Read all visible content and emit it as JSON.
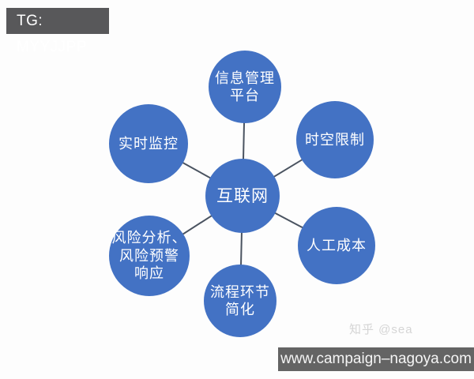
{
  "badge": {
    "text": "TG: MYYJJPP"
  },
  "diagram": {
    "center": {
      "label": "互联网"
    },
    "nodes": [
      {
        "id": "info-management-platform",
        "label": "信息管理\n平台"
      },
      {
        "id": "time-space-limit",
        "label": "时空限制"
      },
      {
        "id": "labor-cost",
        "label": "人工成本"
      },
      {
        "id": "process-simplification",
        "label": "流程环节\n简化"
      },
      {
        "id": "risk-analysis-warning-response",
        "label": "风险分析、\n风险预警\n响应"
      },
      {
        "id": "realtime-monitoring",
        "label": "实时监控"
      }
    ]
  },
  "watermark": {
    "text": "知乎 @sea"
  },
  "footer": {
    "url": "www.campaign–nagoya.com"
  },
  "colors": {
    "node_blue": "#4372c4",
    "connector": "#4a5360",
    "badge_bg": "#58585a",
    "footer_bg": "#646464",
    "node_text": "#ffffff"
  }
}
